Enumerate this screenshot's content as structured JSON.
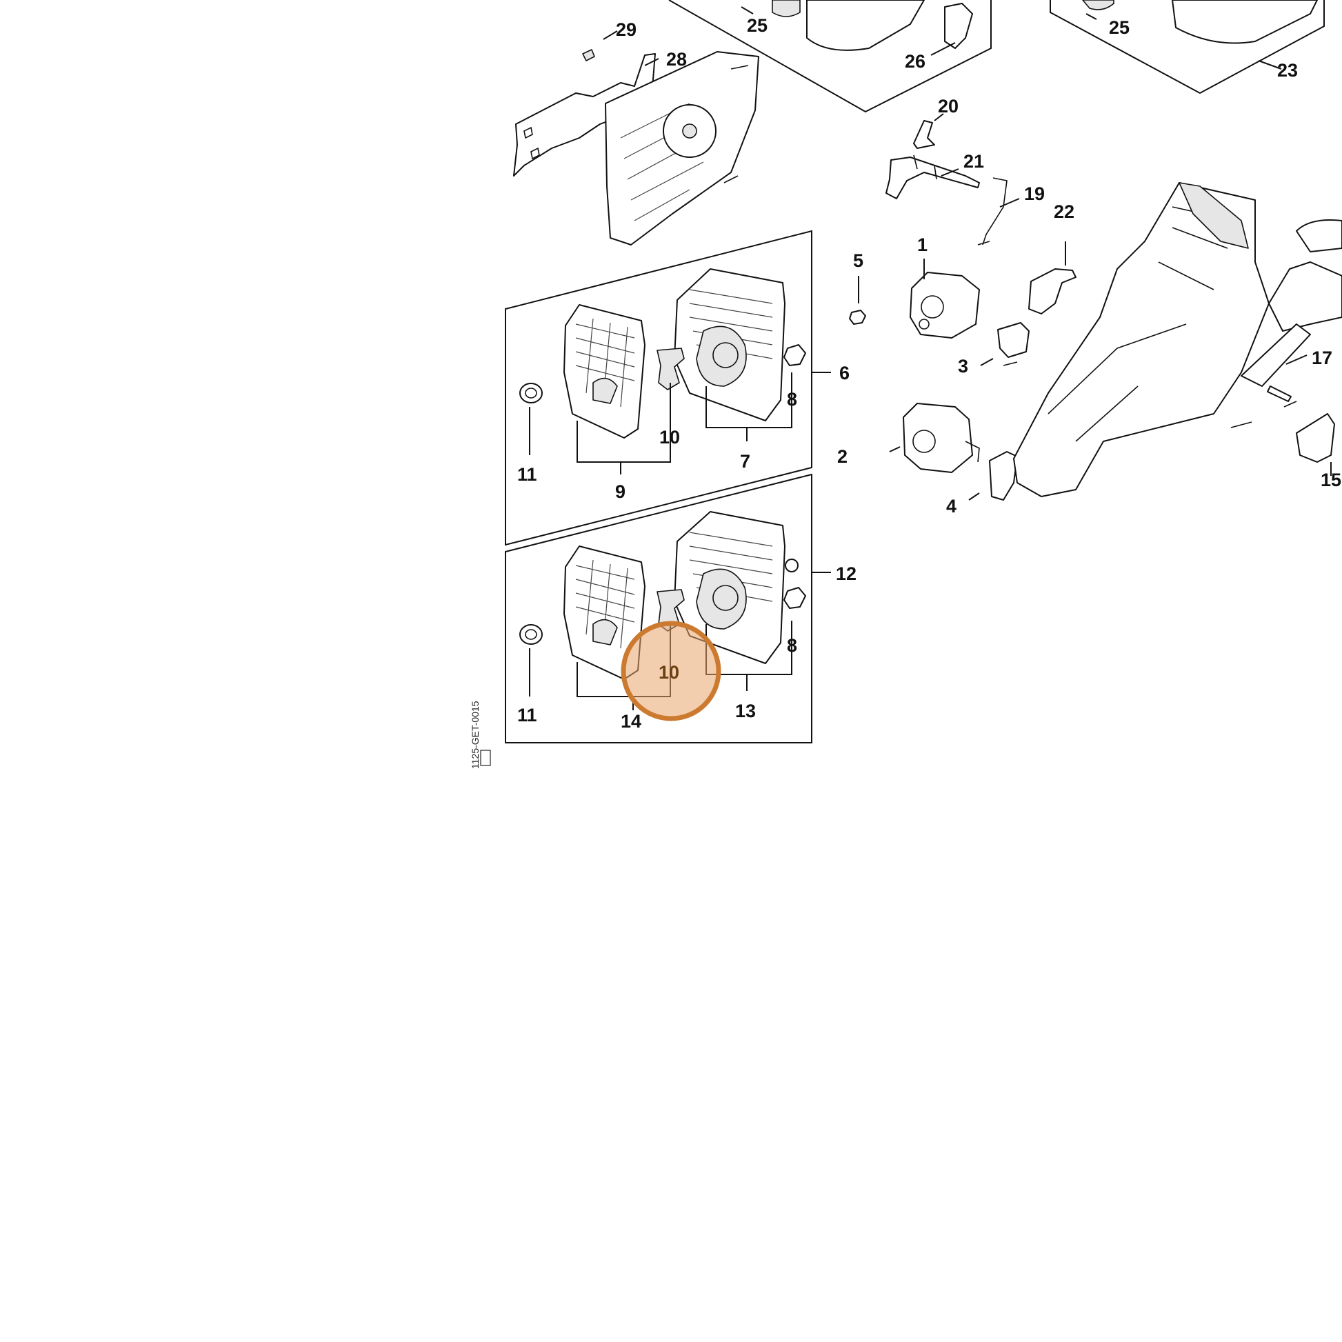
{
  "diagram": {
    "callouts": {
      "p1": "1",
      "p2": "2",
      "p3": "3",
      "p4": "4",
      "p5": "5",
      "p6": "6",
      "p7": "7",
      "p8a": "8",
      "p8b": "8",
      "p9": "9",
      "p10a": "10",
      "p10b": "10",
      "p11a": "11",
      "p11b": "11",
      "p12": "12",
      "p13": "13",
      "p14": "14",
      "p15": "15",
      "p17": "17",
      "p19": "19",
      "p20": "20",
      "p21": "21",
      "p22": "22",
      "p23": "23",
      "p25a": "25",
      "p25b": "25",
      "p26": "26",
      "p28": "28",
      "p29": "29"
    },
    "drawing_code": "1125-GET-0015",
    "highlighted_callout": "10",
    "highlight_color": "#d97e2a"
  }
}
